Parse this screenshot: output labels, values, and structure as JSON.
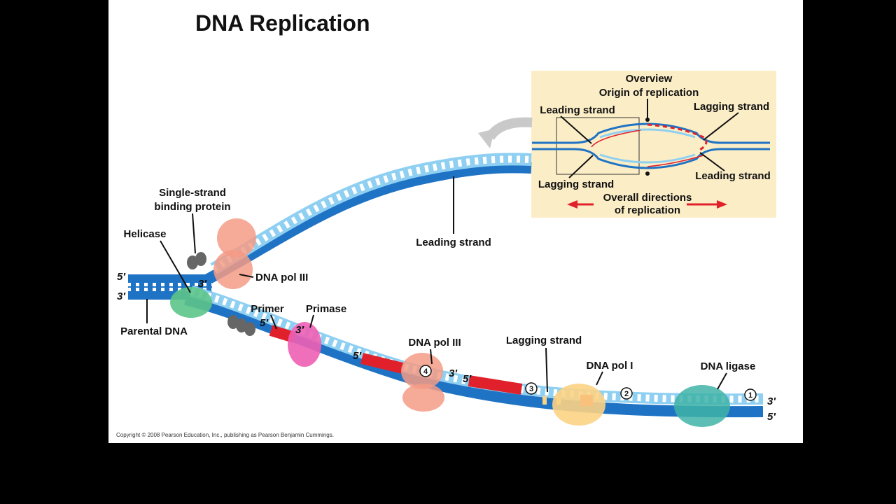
{
  "title": "DNA Replication",
  "overview": {
    "heading": "Overview",
    "origin": "Origin of replication",
    "leading_top": "Leading strand",
    "lagging_top": "Lagging strand",
    "lagging_bottom": "Lagging strand",
    "leading_bottom": "Leading strand",
    "directions_line1": "Overall directions",
    "directions_line2": "of replication"
  },
  "labels": {
    "ssb_line1": "Single-strand",
    "ssb_line2": "binding protein",
    "helicase": "Helicase",
    "leading_strand": "Leading strand",
    "pol3_top": "DNA pol III",
    "parental": "Parental DNA",
    "primer": "Primer",
    "primase": "Primase",
    "pol3_bottom": "DNA pol III",
    "lagging_strand": "Lagging strand",
    "pol1": "DNA pol I",
    "ligase": "DNA ligase"
  },
  "ends": {
    "left_top": "5′",
    "left_bottom": "3′",
    "fork_3": "3′",
    "primer_5": "5′",
    "primer_3": "3′",
    "frag_5": "5′",
    "pol3_3": "3′",
    "pol3_5": "5′",
    "right_top": "3′",
    "right_bottom": "5′"
  },
  "steps": [
    "1",
    "2",
    "3",
    "4"
  ],
  "copyright": "Copyright © 2008 Pearson Education, Inc., publishing as Pearson Benjamin Cummings.",
  "colors": {
    "dark_strand": "#1f73c4",
    "light_strand": "#8fd0f2",
    "primer": "#e0202a",
    "overview_bg": "#fbedc6",
    "pol3": "#f59b86",
    "helicase": "#5cc48a",
    "primase": "#ee5fb4",
    "pol1": "#fcd384",
    "ligase": "#3fb3a8",
    "ssb": "#666666"
  }
}
